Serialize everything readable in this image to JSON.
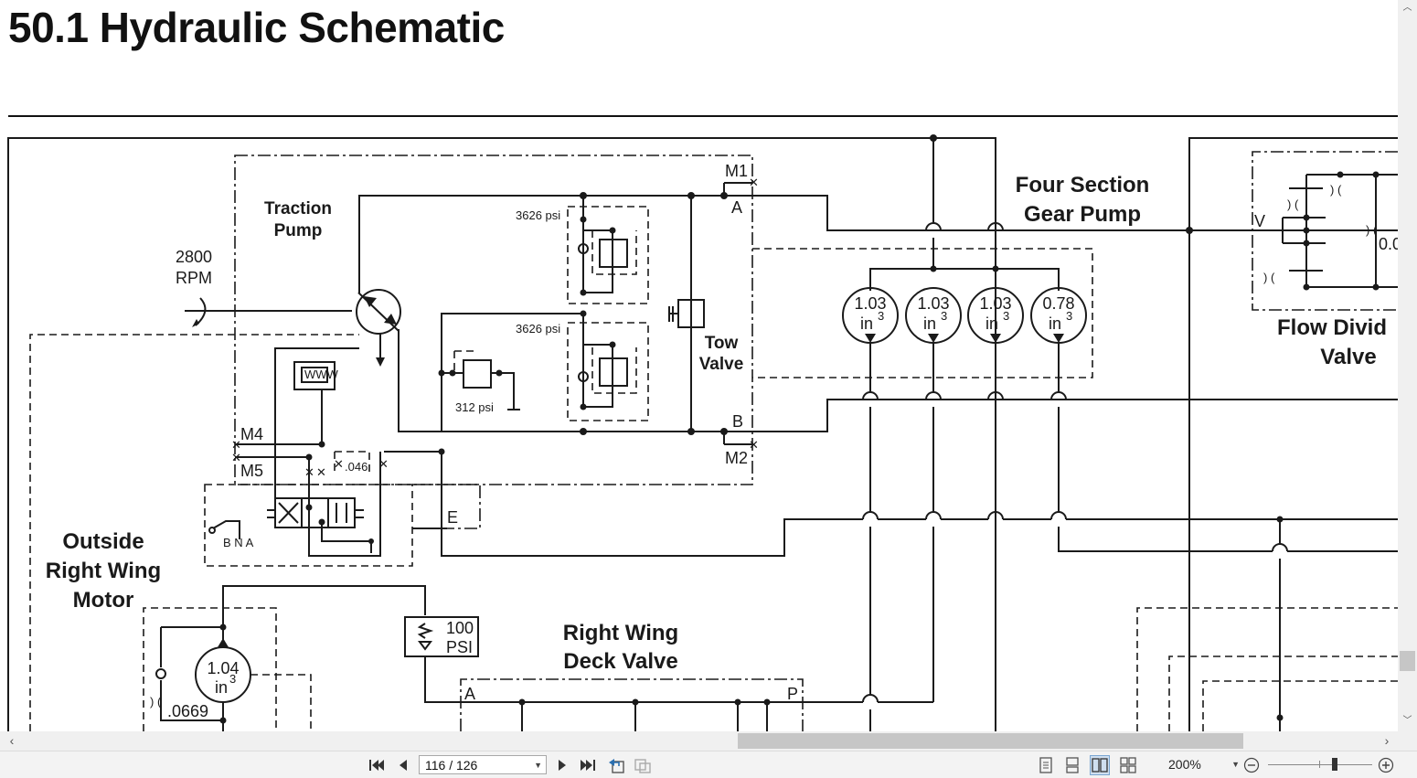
{
  "page": {
    "title": "50.1 Hydraulic Schematic"
  },
  "diagram": {
    "titles": {
      "traction_pump": [
        "Traction",
        "Pump"
      ],
      "four_section_gear_pump": [
        "Four Section",
        "Gear Pump"
      ],
      "flow_divider_valve": [
        "Flow Divid",
        "Valve"
      ],
      "tow_valve": [
        "Tow",
        "Valve"
      ],
      "outside_right_wing_motor": [
        "Outside",
        "Right Wing",
        "Motor"
      ],
      "right_wing_deck_valve": [
        "Right Wing",
        "Deck Valve"
      ]
    },
    "rpm": [
      "2800",
      "RPM"
    ],
    "ports": {
      "m1": "M1",
      "m2": "M2",
      "m4": "M4",
      "m5": "M5",
      "a_top": "A",
      "b": "B",
      "e": "E",
      "v": "V",
      "a_deck": "A",
      "p_deck": "P",
      "bna": "B N A"
    },
    "relief_top": "3626 psi",
    "relief_bottom": "3626 psi",
    "charge_relief": "312 psi",
    "orifice_046": ".046",
    "orifice_0669": ".0669",
    "flow_divider_partial": "0.0",
    "check_valve": [
      "100",
      "PSI"
    ],
    "gear_sections": [
      {
        "value": "1.03",
        "unit": "in",
        "sup": "3"
      },
      {
        "value": "1.03",
        "unit": "in",
        "sup": "3"
      },
      {
        "value": "1.03",
        "unit": "in",
        "sup": "3"
      },
      {
        "value": "0.78",
        "unit": "in",
        "sup": "3"
      }
    ],
    "wing_motor": {
      "value": "1.04",
      "unit": "in",
      "sup": "3"
    }
  },
  "viewer": {
    "page_indicator": "116 / 126",
    "zoom": "200%",
    "icons": {
      "first": "first-page-icon",
      "prev": "previous-page-icon",
      "next": "next-page-icon",
      "last": "last-page-icon",
      "zoom_out": "zoom-out-icon",
      "zoom_in": "zoom-in-icon"
    }
  }
}
